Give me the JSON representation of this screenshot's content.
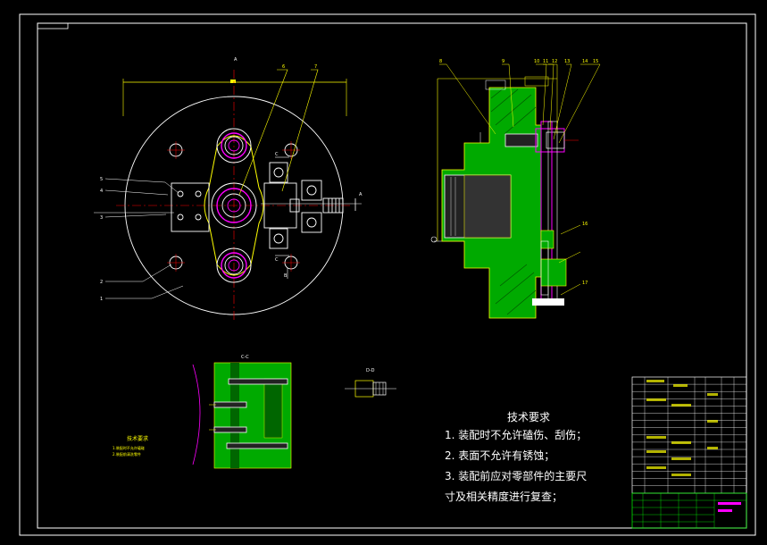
{
  "drawing": {
    "section_labels": {
      "cc": "C-C",
      "dd": "D-D",
      "b": "B"
    },
    "view_marks": {
      "a_top": "A",
      "a_right": "A",
      "c_top": "C",
      "c_bottom": "C"
    },
    "callouts_left": [
      "5",
      "4",
      "3",
      "2",
      "1"
    ],
    "callouts_top": [
      "6",
      "7"
    ],
    "callouts_right": [
      "8",
      "9",
      "10",
      "11",
      "12",
      "13",
      "14",
      "15",
      "16",
      "17"
    ],
    "note_box": {
      "title": "技术要求",
      "line1": "1.装配时不允许磕碰",
      "line2": "2.装配前清洗零件"
    }
  },
  "tech_requirements": {
    "title": "技术要求",
    "items": [
      "1. 装配时不允许磕伤、刮伤；",
      "2. 表面不允许有锈蚀；",
      "3. 装配前应对零部件的主要尺",
      "寸及相关精度进行复查；"
    ]
  },
  "colors": {
    "frame": "#ffffff",
    "centerline": "#ff0000",
    "outline": "#ffff00",
    "part_fill": "#00aa00",
    "bore": "#ff00ff",
    "hole": "#ffffff",
    "title_block": "#00ff00"
  }
}
